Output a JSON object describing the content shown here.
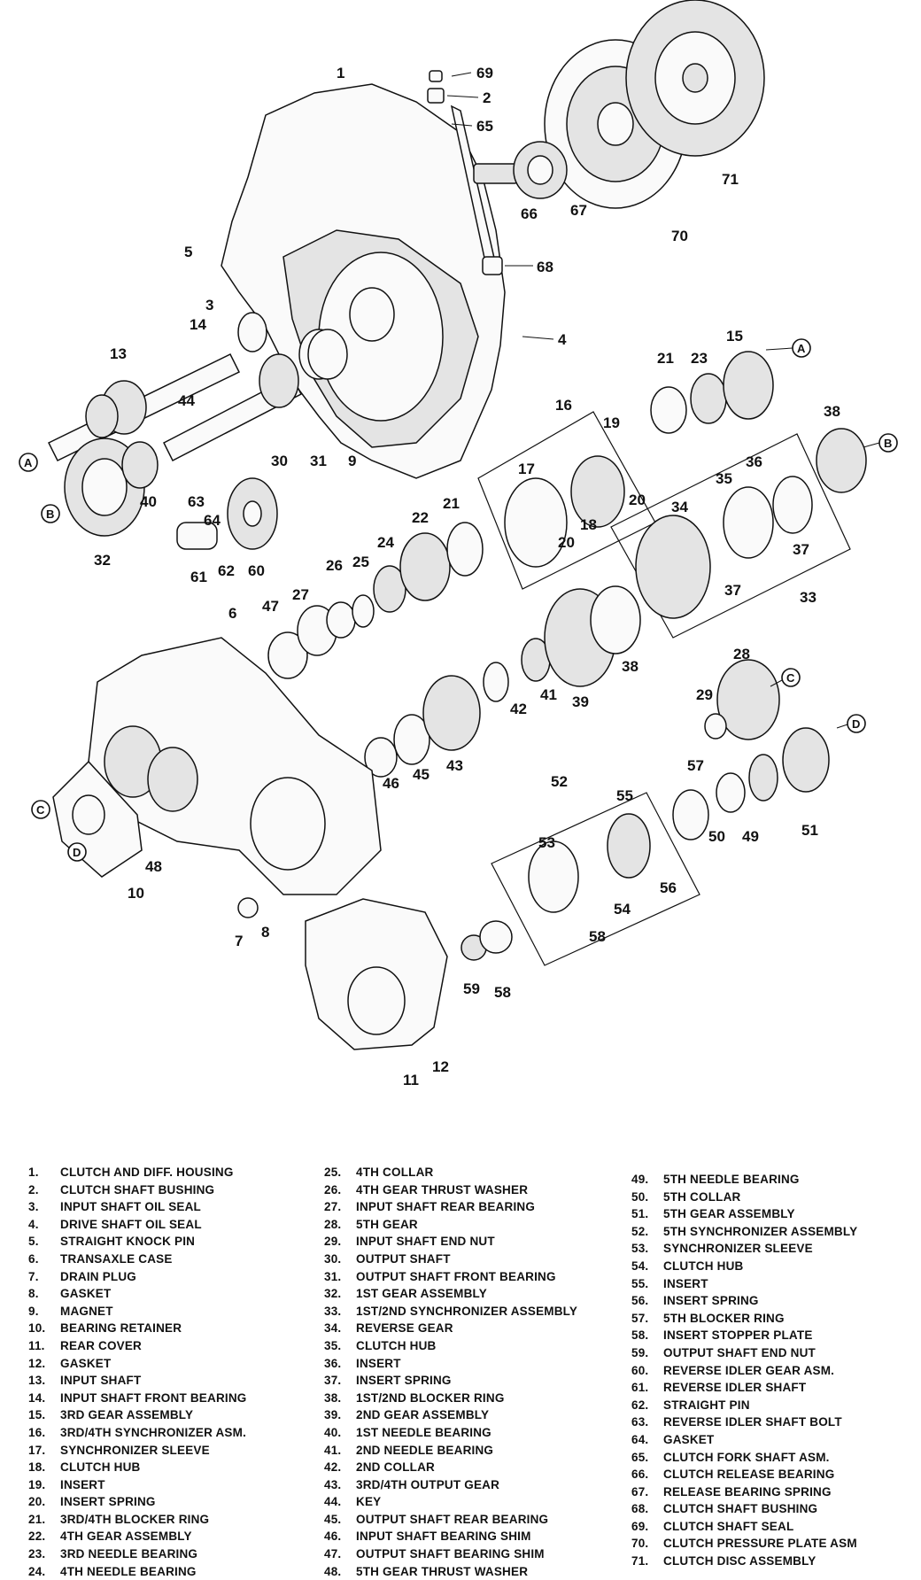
{
  "diagram": {
    "callouts": [
      {
        "id": "1",
        "text": "1"
      },
      {
        "id": "69",
        "text": "69"
      },
      {
        "id": "2",
        "text": "2"
      },
      {
        "id": "65",
        "text": "65"
      },
      {
        "id": "66",
        "text": "66"
      },
      {
        "id": "67",
        "text": "67"
      },
      {
        "id": "70",
        "text": "70"
      },
      {
        "id": "71",
        "text": "71"
      },
      {
        "id": "68",
        "text": "68"
      },
      {
        "id": "5",
        "text": "5"
      },
      {
        "id": "3",
        "text": "3"
      },
      {
        "id": "14",
        "text": "14"
      },
      {
        "id": "4",
        "text": "4"
      },
      {
        "id": "13",
        "text": "13"
      },
      {
        "id": "44",
        "text": "44"
      },
      {
        "id": "30",
        "text": "30"
      },
      {
        "id": "31",
        "text": "31"
      },
      {
        "id": "9",
        "text": "9"
      },
      {
        "id": "15",
        "text": "15"
      },
      {
        "id": "21a",
        "text": "21"
      },
      {
        "id": "23",
        "text": "23"
      },
      {
        "id": "16",
        "text": "16"
      },
      {
        "id": "19",
        "text": "19"
      },
      {
        "id": "17",
        "text": "17"
      },
      {
        "id": "18",
        "text": "18"
      },
      {
        "id": "20a",
        "text": "20"
      },
      {
        "id": "20b",
        "text": "20"
      },
      {
        "id": "38a",
        "text": "38"
      },
      {
        "id": "36",
        "text": "36"
      },
      {
        "id": "35",
        "text": "35"
      },
      {
        "id": "34",
        "text": "34"
      },
      {
        "id": "37a",
        "text": "37"
      },
      {
        "id": "37b",
        "text": "37"
      },
      {
        "id": "33",
        "text": "33"
      },
      {
        "id": "40",
        "text": "40"
      },
      {
        "id": "32",
        "text": "32"
      },
      {
        "id": "63",
        "text": "63"
      },
      {
        "id": "64",
        "text": "64"
      },
      {
        "id": "61",
        "text": "61"
      },
      {
        "id": "62",
        "text": "62"
      },
      {
        "id": "60",
        "text": "60"
      },
      {
        "id": "22",
        "text": "22"
      },
      {
        "id": "21b",
        "text": "21"
      },
      {
        "id": "24",
        "text": "24"
      },
      {
        "id": "26",
        "text": "26"
      },
      {
        "id": "25",
        "text": "25"
      },
      {
        "id": "27",
        "text": "27"
      },
      {
        "id": "47",
        "text": "47"
      },
      {
        "id": "6",
        "text": "6"
      },
      {
        "id": "38b",
        "text": "38"
      },
      {
        "id": "39",
        "text": "39"
      },
      {
        "id": "41",
        "text": "41"
      },
      {
        "id": "42",
        "text": "42"
      },
      {
        "id": "28",
        "text": "28"
      },
      {
        "id": "29",
        "text": "29"
      },
      {
        "id": "46",
        "text": "46"
      },
      {
        "id": "45",
        "text": "45"
      },
      {
        "id": "43",
        "text": "43"
      },
      {
        "id": "57",
        "text": "57"
      },
      {
        "id": "50",
        "text": "50"
      },
      {
        "id": "49",
        "text": "49"
      },
      {
        "id": "51",
        "text": "51"
      },
      {
        "id": "52",
        "text": "52"
      },
      {
        "id": "55",
        "text": "55"
      },
      {
        "id": "53",
        "text": "53"
      },
      {
        "id": "56",
        "text": "56"
      },
      {
        "id": "54",
        "text": "54"
      },
      {
        "id": "58a",
        "text": "58"
      },
      {
        "id": "48",
        "text": "48"
      },
      {
        "id": "10",
        "text": "10"
      },
      {
        "id": "8",
        "text": "8"
      },
      {
        "id": "7",
        "text": "7"
      },
      {
        "id": "59",
        "text": "59"
      },
      {
        "id": "58b",
        "text": "58"
      },
      {
        "id": "11",
        "text": "11"
      },
      {
        "id": "12",
        "text": "12"
      }
    ],
    "letters": [
      "A",
      "B",
      "A",
      "B",
      "C",
      "D",
      "C",
      "D"
    ]
  },
  "legend": {
    "col1": [
      {
        "num": "1.",
        "name": "CLUTCH AND DIFF. HOUSING"
      },
      {
        "num": "2.",
        "name": "CLUTCH SHAFT BUSHING"
      },
      {
        "num": "3.",
        "name": "INPUT SHAFT OIL SEAL"
      },
      {
        "num": "4.",
        "name": "DRIVE SHAFT OIL SEAL"
      },
      {
        "num": "5.",
        "name": "STRAIGHT KNOCK PIN"
      },
      {
        "num": "6.",
        "name": "TRANSAXLE CASE"
      },
      {
        "num": "7.",
        "name": "DRAIN PLUG"
      },
      {
        "num": "8.",
        "name": "GASKET"
      },
      {
        "num": "9.",
        "name": "MAGNET"
      },
      {
        "num": "10.",
        "name": "BEARING RETAINER"
      },
      {
        "num": "11.",
        "name": "REAR COVER"
      },
      {
        "num": "12.",
        "name": "GASKET"
      },
      {
        "num": "13.",
        "name": "INPUT SHAFT"
      },
      {
        "num": "14.",
        "name": "INPUT SHAFT FRONT BEARING"
      },
      {
        "num": "15.",
        "name": "3RD GEAR ASSEMBLY"
      },
      {
        "num": "16.",
        "name": "3RD/4TH SYNCHRONIZER ASM."
      },
      {
        "num": "17.",
        "name": "SYNCHRONIZER SLEEVE"
      },
      {
        "num": "18.",
        "name": "CLUTCH HUB"
      },
      {
        "num": "19.",
        "name": "INSERT"
      },
      {
        "num": "20.",
        "name": "INSERT SPRING"
      },
      {
        "num": "21.",
        "name": "3RD/4TH BLOCKER RING"
      },
      {
        "num": "22.",
        "name": "4TH GEAR ASSEMBLY"
      },
      {
        "num": "23.",
        "name": "3RD NEEDLE BEARING"
      },
      {
        "num": "24.",
        "name": "4TH NEEDLE BEARING"
      }
    ],
    "col2": [
      {
        "num": "25.",
        "name": "4TH COLLAR"
      },
      {
        "num": "26.",
        "name": "4TH GEAR THRUST WASHER"
      },
      {
        "num": "27.",
        "name": "INPUT SHAFT REAR BEARING"
      },
      {
        "num": "28.",
        "name": "5TH GEAR"
      },
      {
        "num": "29.",
        "name": "INPUT SHAFT END NUT"
      },
      {
        "num": "30.",
        "name": "OUTPUT SHAFT"
      },
      {
        "num": "31.",
        "name": "OUTPUT SHAFT FRONT BEARING"
      },
      {
        "num": "32.",
        "name": "1ST GEAR ASSEMBLY"
      },
      {
        "num": "33.",
        "name": "1ST/2ND SYNCHRONIZER ASSEMBLY"
      },
      {
        "num": "34.",
        "name": "REVERSE GEAR"
      },
      {
        "num": "35.",
        "name": "CLUTCH HUB"
      },
      {
        "num": "36.",
        "name": "INSERT"
      },
      {
        "num": "37.",
        "name": "INSERT SPRING"
      },
      {
        "num": "38.",
        "name": "1ST/2ND BLOCKER RING"
      },
      {
        "num": "39.",
        "name": "2ND GEAR ASSEMBLY"
      },
      {
        "num": "40.",
        "name": "1ST NEEDLE BEARING"
      },
      {
        "num": "41.",
        "name": "2ND NEEDLE BEARING"
      },
      {
        "num": "42.",
        "name": "2ND COLLAR"
      },
      {
        "num": "43.",
        "name": "3RD/4TH OUTPUT  GEAR"
      },
      {
        "num": "44.",
        "name": "KEY"
      },
      {
        "num": "45.",
        "name": "OUTPUT SHAFT REAR BEARING"
      },
      {
        "num": "46.",
        "name": "INPUT SHAFT BEARING SHIM"
      },
      {
        "num": "47.",
        "name": "OUTPUT SHAFT BEARING SHIM"
      },
      {
        "num": "48.",
        "name": "5TH GEAR THRUST WASHER"
      }
    ],
    "col3": [
      {
        "num": "49.",
        "name": "5TH NEEDLE BEARING"
      },
      {
        "num": "50.",
        "name": "5TH COLLAR"
      },
      {
        "num": "51.",
        "name": "5TH GEAR ASSEMBLY"
      },
      {
        "num": "52.",
        "name": "5TH SYNCHRONIZER ASSEMBLY"
      },
      {
        "num": "53.",
        "name": "SYNCHRONIZER SLEEVE"
      },
      {
        "num": "54.",
        "name": "CLUTCH HUB"
      },
      {
        "num": "55.",
        "name": "INSERT"
      },
      {
        "num": "56.",
        "name": "INSERT SPRING"
      },
      {
        "num": "57.",
        "name": "5TH BLOCKER RING"
      },
      {
        "num": "58.",
        "name": "INSERT STOPPER PLATE"
      },
      {
        "num": "59.",
        "name": "OUTPUT SHAFT END NUT"
      },
      {
        "num": "60.",
        "name": "REVERSE IDLER GEAR ASM."
      },
      {
        "num": "61.",
        "name": "REVERSE IDLER SHAFT"
      },
      {
        "num": "62.",
        "name": "STRAIGHT PIN"
      },
      {
        "num": "63.",
        "name": "REVERSE IDLER SHAFT BOLT"
      },
      {
        "num": "64.",
        "name": "GASKET"
      },
      {
        "num": "65.",
        "name": "CLUTCH FORK SHAFT ASM."
      },
      {
        "num": "66.",
        "name": "CLUTCH RELEASE BEARING"
      },
      {
        "num": "67.",
        "name": "RELEASE BEARING SPRING"
      },
      {
        "num": "68.",
        "name": "CLUTCH SHAFT BUSHING"
      },
      {
        "num": "69.",
        "name": "CLUTCH SHAFT SEAL"
      },
      {
        "num": "70.",
        "name": "CLUTCH PRESSURE PLATE ASM"
      },
      {
        "num": "71.",
        "name": "CLUTCH DISC ASSEMBLY"
      }
    ]
  }
}
